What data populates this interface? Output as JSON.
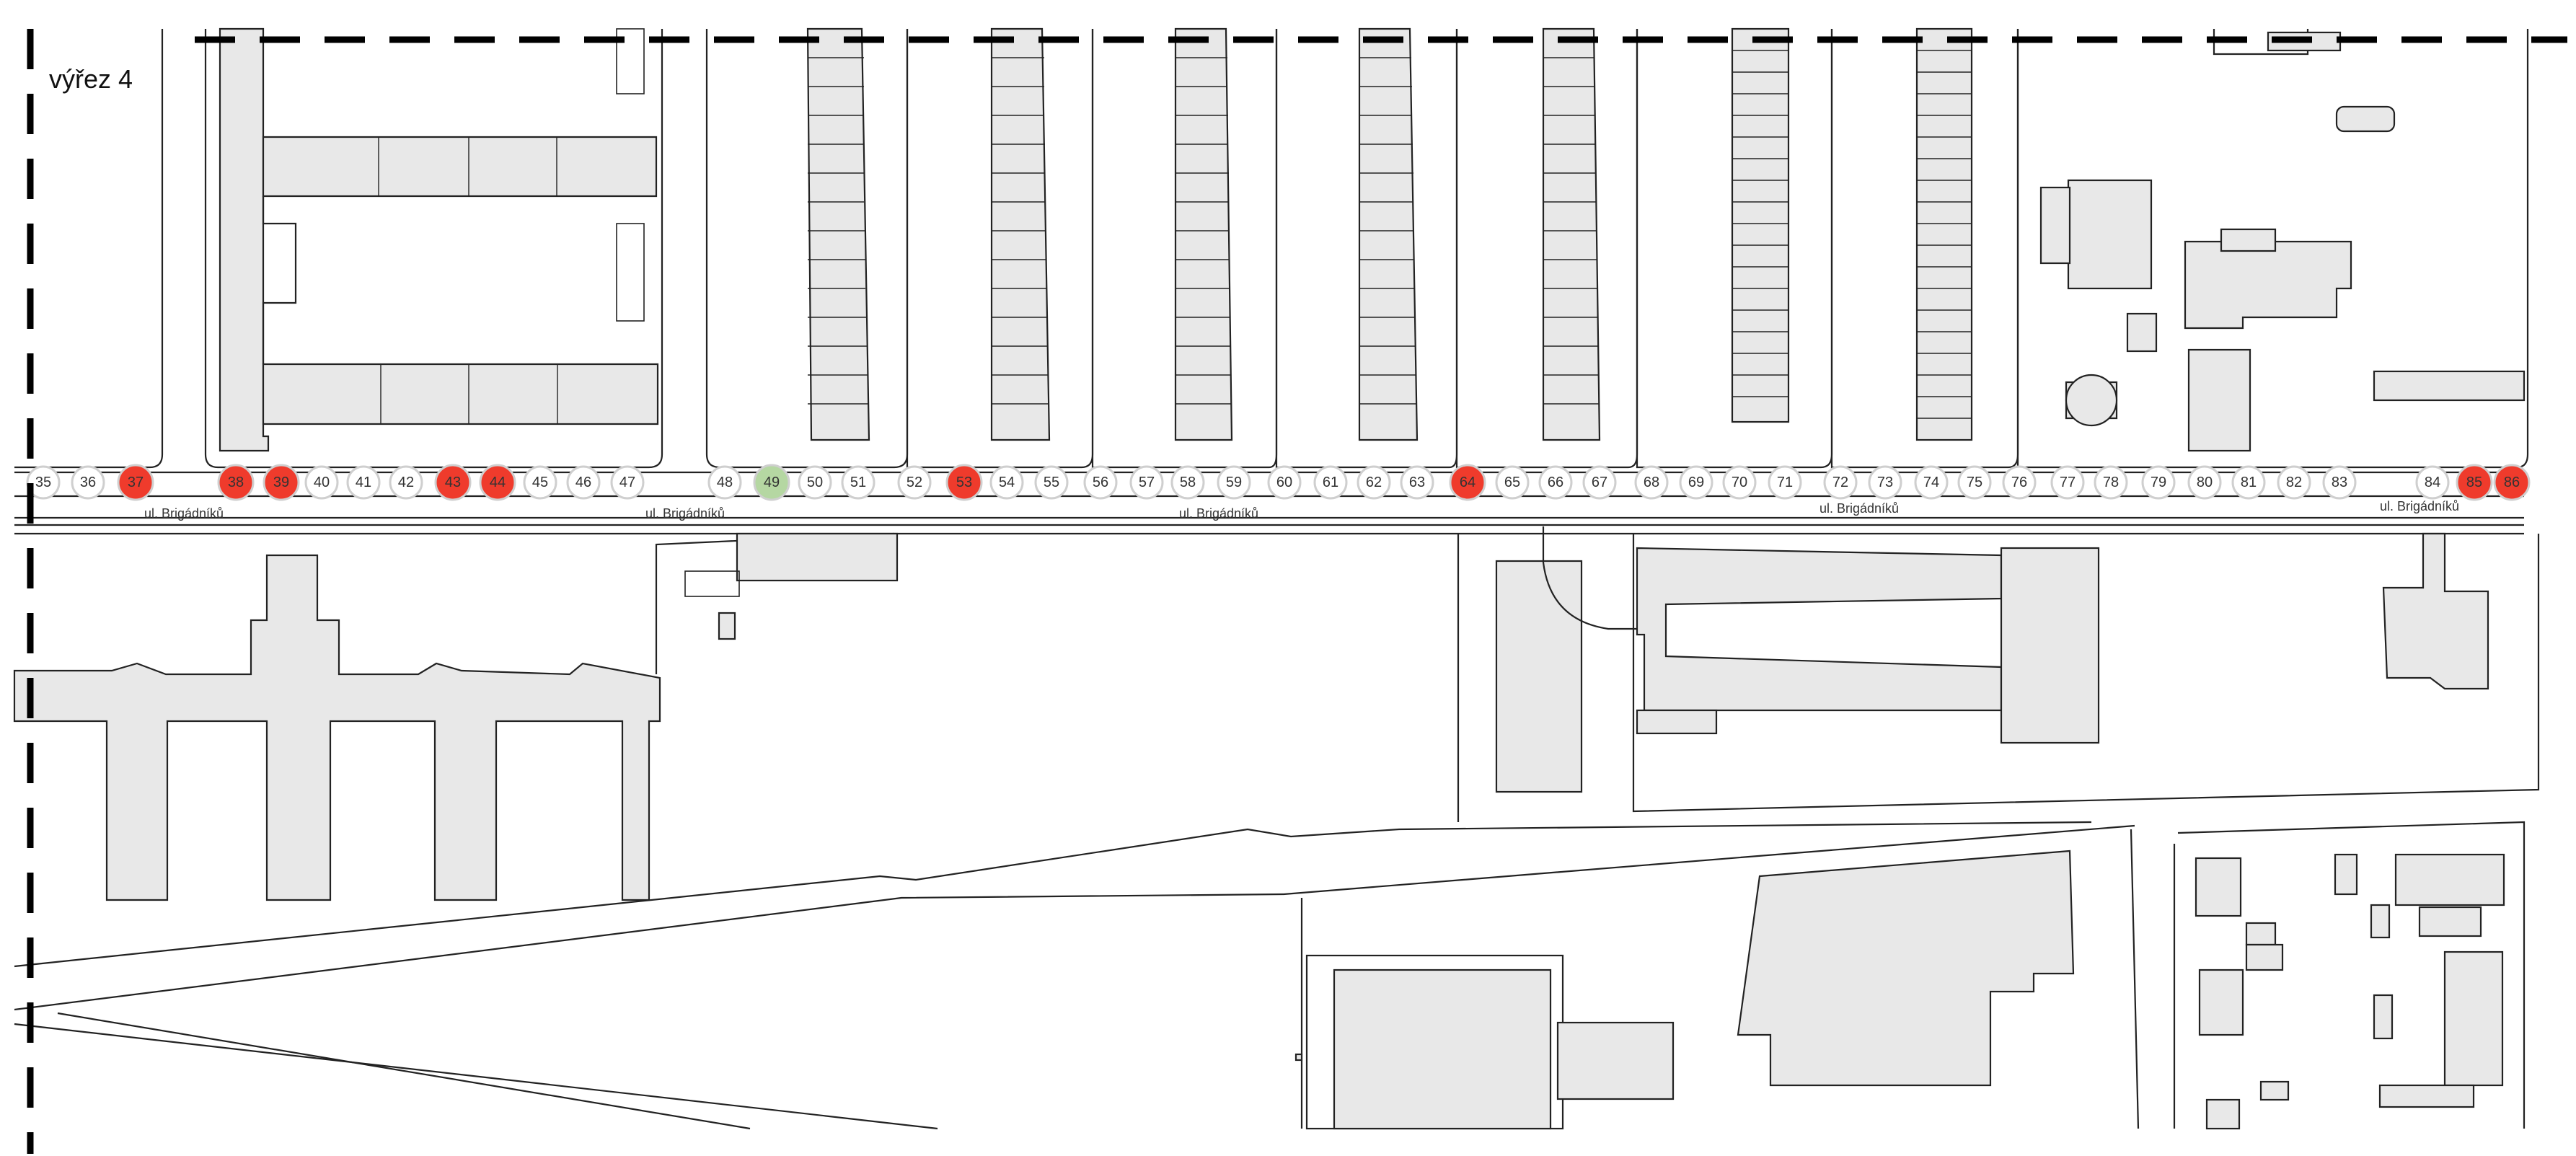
{
  "map_title": "výřez 4",
  "street_name": "ul. Brigádníků",
  "colors": {
    "tree_default_fill": "#ffffff",
    "tree_default_stroke": "#cfcfcf",
    "tree_removed_fill": "#ef3b2c",
    "tree_new_fill": "#b5d7a2",
    "building_fill": "#e8e8e8",
    "line": "#222222"
  },
  "trees": [
    {
      "id": "35",
      "status": "existing"
    },
    {
      "id": "36",
      "status": "existing"
    },
    {
      "id": "37",
      "status": "removed"
    },
    {
      "id": "38",
      "status": "removed"
    },
    {
      "id": "39",
      "status": "removed"
    },
    {
      "id": "40",
      "status": "existing"
    },
    {
      "id": "41",
      "status": "existing"
    },
    {
      "id": "42",
      "status": "existing"
    },
    {
      "id": "43",
      "status": "removed"
    },
    {
      "id": "44",
      "status": "removed"
    },
    {
      "id": "45",
      "status": "existing"
    },
    {
      "id": "46",
      "status": "existing"
    },
    {
      "id": "47",
      "status": "existing"
    },
    {
      "id": "48",
      "status": "existing"
    },
    {
      "id": "49",
      "status": "new"
    },
    {
      "id": "50",
      "status": "existing"
    },
    {
      "id": "51",
      "status": "existing"
    },
    {
      "id": "52",
      "status": "existing"
    },
    {
      "id": "53",
      "status": "removed"
    },
    {
      "id": "54",
      "status": "existing"
    },
    {
      "id": "55",
      "status": "existing"
    },
    {
      "id": "56",
      "status": "existing"
    },
    {
      "id": "57",
      "status": "existing"
    },
    {
      "id": "58",
      "status": "existing"
    },
    {
      "id": "59",
      "status": "existing"
    },
    {
      "id": "60",
      "status": "existing"
    },
    {
      "id": "61",
      "status": "existing"
    },
    {
      "id": "62",
      "status": "existing"
    },
    {
      "id": "63",
      "status": "existing"
    },
    {
      "id": "64",
      "status": "removed"
    },
    {
      "id": "65",
      "status": "existing"
    },
    {
      "id": "66",
      "status": "existing"
    },
    {
      "id": "67",
      "status": "existing"
    },
    {
      "id": "68",
      "status": "existing"
    },
    {
      "id": "69",
      "status": "existing"
    },
    {
      "id": "70",
      "status": "existing"
    },
    {
      "id": "71",
      "status": "existing"
    },
    {
      "id": "72",
      "status": "existing"
    },
    {
      "id": "73",
      "status": "existing"
    },
    {
      "id": "74",
      "status": "existing"
    },
    {
      "id": "75",
      "status": "existing"
    },
    {
      "id": "76",
      "status": "existing"
    },
    {
      "id": "77",
      "status": "existing"
    },
    {
      "id": "78",
      "status": "existing"
    },
    {
      "id": "79",
      "status": "existing"
    },
    {
      "id": "80",
      "status": "existing"
    },
    {
      "id": "81",
      "status": "existing"
    },
    {
      "id": "82",
      "status": "existing"
    },
    {
      "id": "83",
      "status": "existing"
    },
    {
      "id": "84",
      "status": "existing"
    },
    {
      "id": "85",
      "status": "removed"
    },
    {
      "id": "86",
      "status": "removed"
    }
  ]
}
